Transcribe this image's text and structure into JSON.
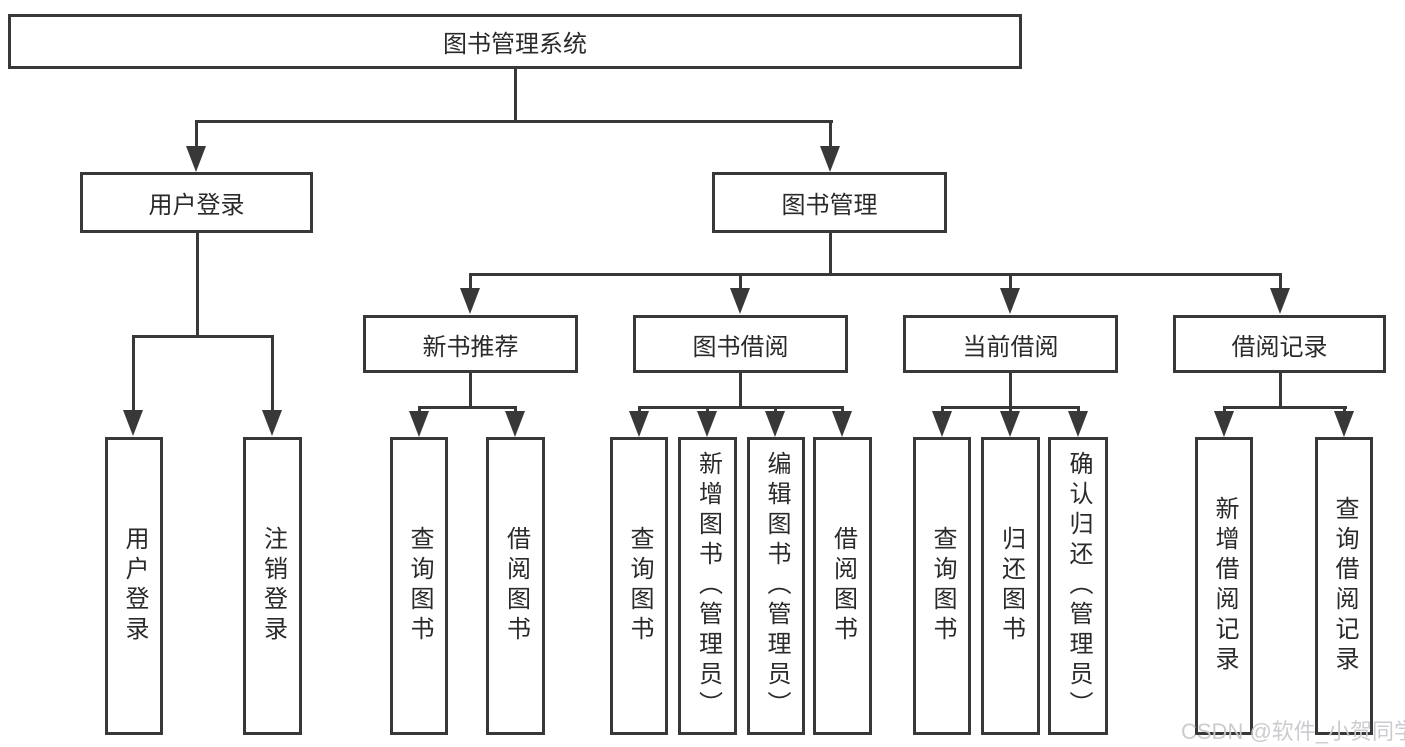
{
  "colors": {
    "line": "#383838",
    "box_border": "#383838",
    "box_background": "#ffffff",
    "text": "#2a2a2a",
    "watermark": "#c9c9ce"
  },
  "watermark": {
    "text": "CSDN @软件_小贺同学"
  },
  "tree": {
    "label": "图书管理系统",
    "children": [
      {
        "label": "用户登录",
        "children": [
          {
            "label": "用户登录"
          },
          {
            "label": "注销登录"
          }
        ]
      },
      {
        "label": "图书管理",
        "children": [
          {
            "label": "新书推荐",
            "children": [
              {
                "label": "查询图书"
              },
              {
                "label": "借阅图书"
              }
            ]
          },
          {
            "label": "图书借阅",
            "children": [
              {
                "label": "查询图书"
              },
              {
                "label": "新增图书（管理员）"
              },
              {
                "label": "编辑图书（管理员）"
              },
              {
                "label": "借阅图书"
              }
            ]
          },
          {
            "label": "当前借阅",
            "children": [
              {
                "label": "查询图书"
              },
              {
                "label": "归还图书"
              },
              {
                "label": "确认归还（管理员）"
              }
            ]
          },
          {
            "label": "借阅记录",
            "children": [
              {
                "label": "新增借阅记录"
              },
              {
                "label": "查询借阅记录"
              }
            ]
          }
        ]
      }
    ]
  }
}
